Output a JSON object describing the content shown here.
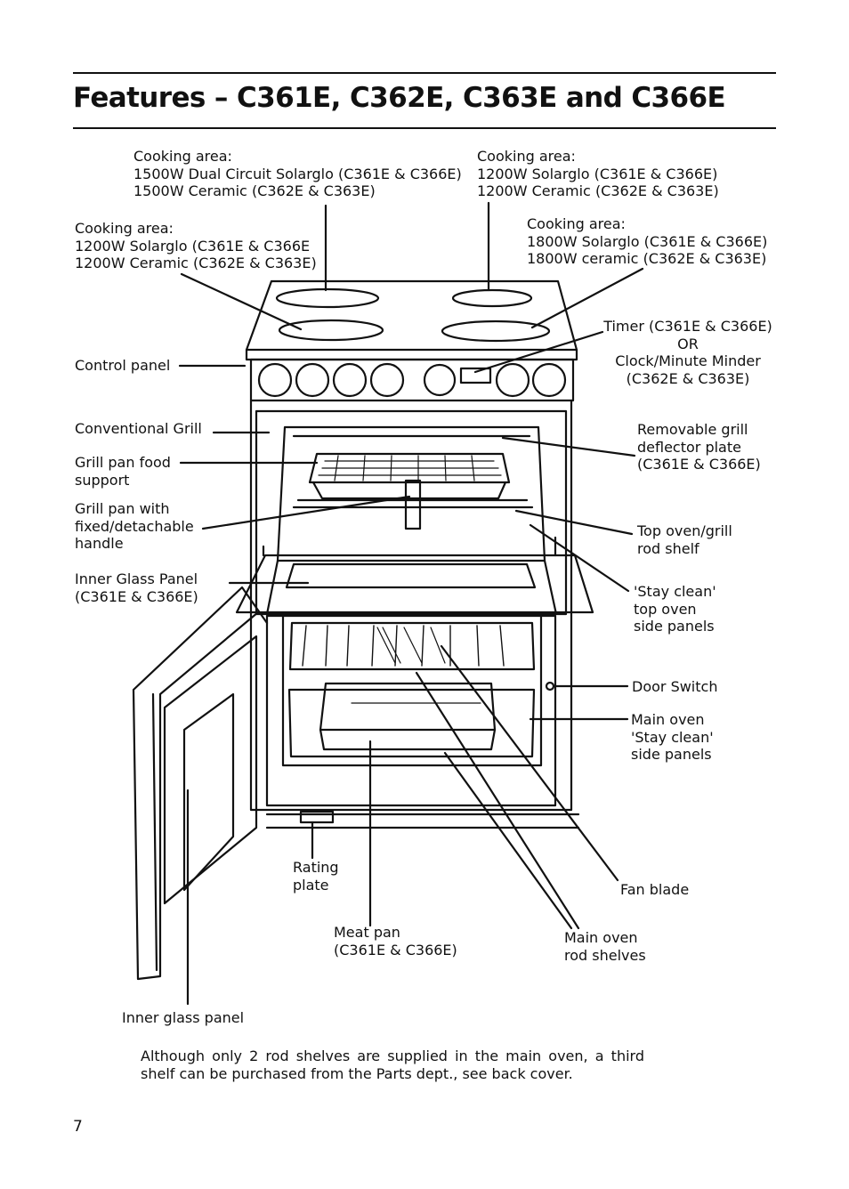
{
  "page": {
    "title": "Features – C361E, C362E, C363E and C366E",
    "page_number": "7",
    "note": "Although only 2 rod shelves are supplied in the main oven, a third shelf can be purchased from the Parts dept., see back cover."
  },
  "labels": {
    "cooking_area_rear_left": "Cooking area:\n1500W Dual Circuit Solarglo (C361E & C366E)\n1500W Ceramic (C362E & C363E)",
    "cooking_area_rear_right": "Cooking area:\n1200W Solarglo (C361E & C366E)\n1200W Ceramic (C362E & C363E)",
    "cooking_area_front_left": "Cooking area:\n1200W Solarglo (C361E & C366E\n1200W Ceramic (C362E & C363E)",
    "cooking_area_front_right": "Cooking area:\n1800W Solarglo (C361E & C366E)\n1800W ceramic (C362E & C363E)",
    "timer": "Timer (C361E & C366E)\nOR\nClock/Minute Minder\n(C362E & C363E)",
    "control_panel": "Control panel",
    "conventional_grill": "Conventional Grill",
    "grill_pan_food_support": "Grill pan food\nsupport",
    "grill_pan_handle": "Grill pan with\nfixed/detachable\nhandle",
    "inner_glass_panel_top": "Inner Glass Panel\n(C361E & C366E)",
    "removable_grill_deflector": "Removable grill\ndeflector plate\n(C361E & C366E)",
    "top_oven_rod_shelf": "Top oven/grill\nrod shelf",
    "stay_clean_top": "'Stay clean'\ntop oven\nside panels",
    "door_switch": "Door Switch",
    "main_oven_stay_clean": "Main oven\n'Stay clean'\nside panels",
    "rating_plate": "Rating\nplate",
    "fan_blade": "Fan blade",
    "meat_pan": "Meat pan\n(C361E & C366E)",
    "main_oven_rod_shelves": "Main oven\nrod shelves",
    "inner_glass_panel_door": "Inner glass panel"
  }
}
